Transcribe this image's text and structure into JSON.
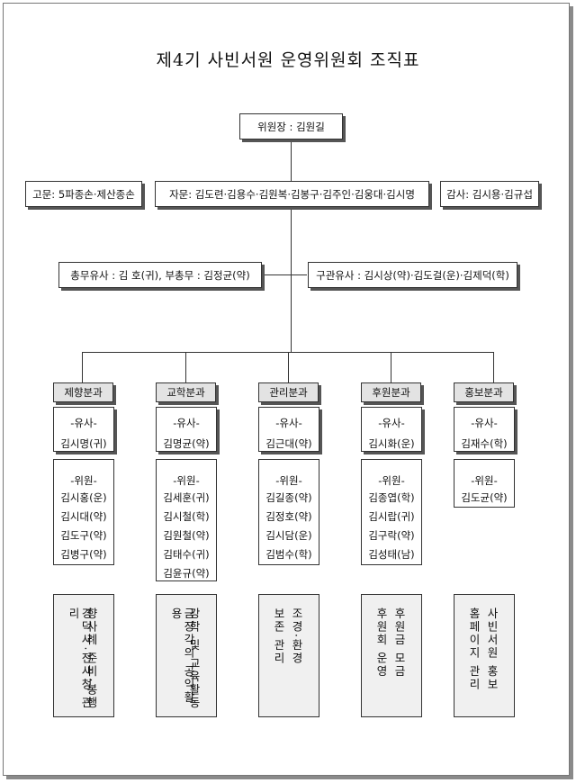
{
  "title": "제4기 사빈서원 운영위원회 조직표",
  "chairman": "위원장 : 김원길",
  "advisor_left": "고문: 5파종손·제산종손",
  "advisory": "자문: 김도련·김용수·김원복·김봉구·김주인·김웅대·김시명",
  "auditor": "감사: 김시용·김규섭",
  "general_affairs": "총무유사 : 김 호(귀), 부총무 : 김정균(약)",
  "accounting": "구관유사 : 김시상(약)·김도걸(운)·김제덕(학)",
  "yusa_label": "-유사-",
  "member_label": "-위원-",
  "divisions": [
    {
      "name": "제향분과",
      "yusa": "김시명(귀)",
      "members": [
        "김시홍(운)",
        "김시대(약)",
        "김도구(약)",
        "김병구(약)"
      ],
      "duties": [
        "향사례 준비·봉행",
        "경덕사·전사청 관리"
      ]
    },
    {
      "name": "교학분과",
      "yusa": "김명균(약)",
      "members": [
        "김세훈(귀)",
        "김시철(학)",
        "김원철(약)",
        "김태수(귀)",
        "김윤규(약)"
      ],
      "duties": [
        "강학 및 교육활동",
        "금장각의 공익활용"
      ]
    },
    {
      "name": "관리분과",
      "yusa": "김근대(약)",
      "members": [
        "김길종(약)",
        "김정호(약)",
        "김시담(운)",
        "김범수(학)"
      ],
      "duties": [
        "조경·환경",
        "보존 관리"
      ]
    },
    {
      "name": "후원분과",
      "yusa": "김시화(운)",
      "members": [
        "김종엽(학)",
        "김시랍(귀)",
        "김구락(약)",
        "김성태(남)"
      ],
      "duties": [
        "후원금 모금",
        "후원회 운영"
      ]
    },
    {
      "name": "홍보분과",
      "yusa": "김재수(학)",
      "members": [
        "김도균(약)"
      ],
      "duties": [
        "사빈서원 홍보",
        "홈페이지 관리"
      ]
    }
  ]
}
